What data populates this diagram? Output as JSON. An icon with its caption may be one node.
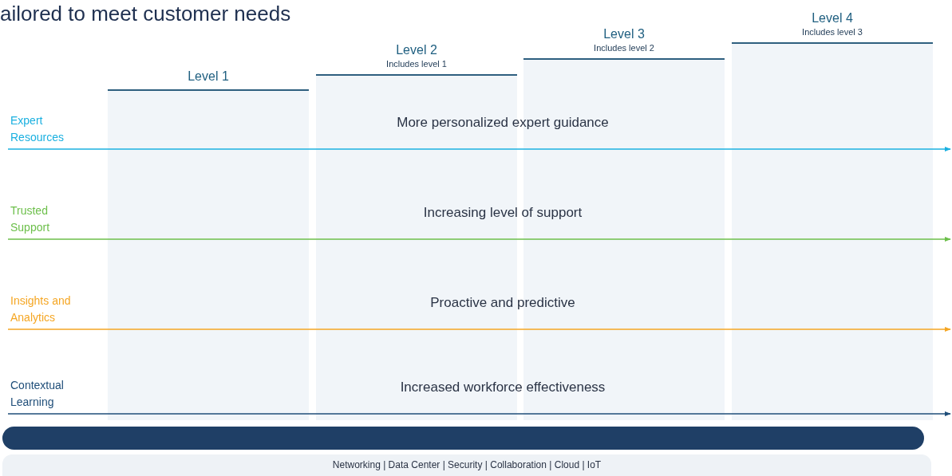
{
  "diagram": {
    "title": "ailored to meet customer needs",
    "nodes": [
      {
        "text": [
          "Level 1"
        ]
      },
      {
        "text": [
          "Level 2",
          "Includes level 1"
        ]
      },
      {
        "text": [
          "Level 3",
          "Includes level 2"
        ]
      },
      {
        "text": [
          "Level 4",
          "Includes level 3"
        ]
      },
      {
        "text": [
          "Expert Resources"
        ]
      },
      {
        "text": [
          "Trusted Support"
        ]
      },
      {
        "text": [
          "Insights and Analytics"
        ]
      },
      {
        "text": [
          "Contextual Learning"
        ]
      },
      {
        "text": [],
        "shape": "bar"
      },
      {
        "text": [
          "Networking | Data Center | Security | Collaboration | Cloud | IoT"
        ]
      }
    ],
    "edges": [
      {
        "from": 4,
        "to": null,
        "arrow": "to",
        "label": "More personalized expert guidance",
        "color": "#1ab0e0"
      },
      {
        "from": 5,
        "to": null,
        "arrow": "to",
        "label": "Increasing level of support",
        "color": "#6cbf4a"
      },
      {
        "from": 6,
        "to": null,
        "arrow": "to",
        "label": "Proactive and predictive",
        "color": "#f5a623"
      },
      {
        "from": 7,
        "to": null,
        "arrow": "to",
        "label": "Increased workforce effectiveness",
        "color": "#1f4e79"
      }
    ]
  }
}
